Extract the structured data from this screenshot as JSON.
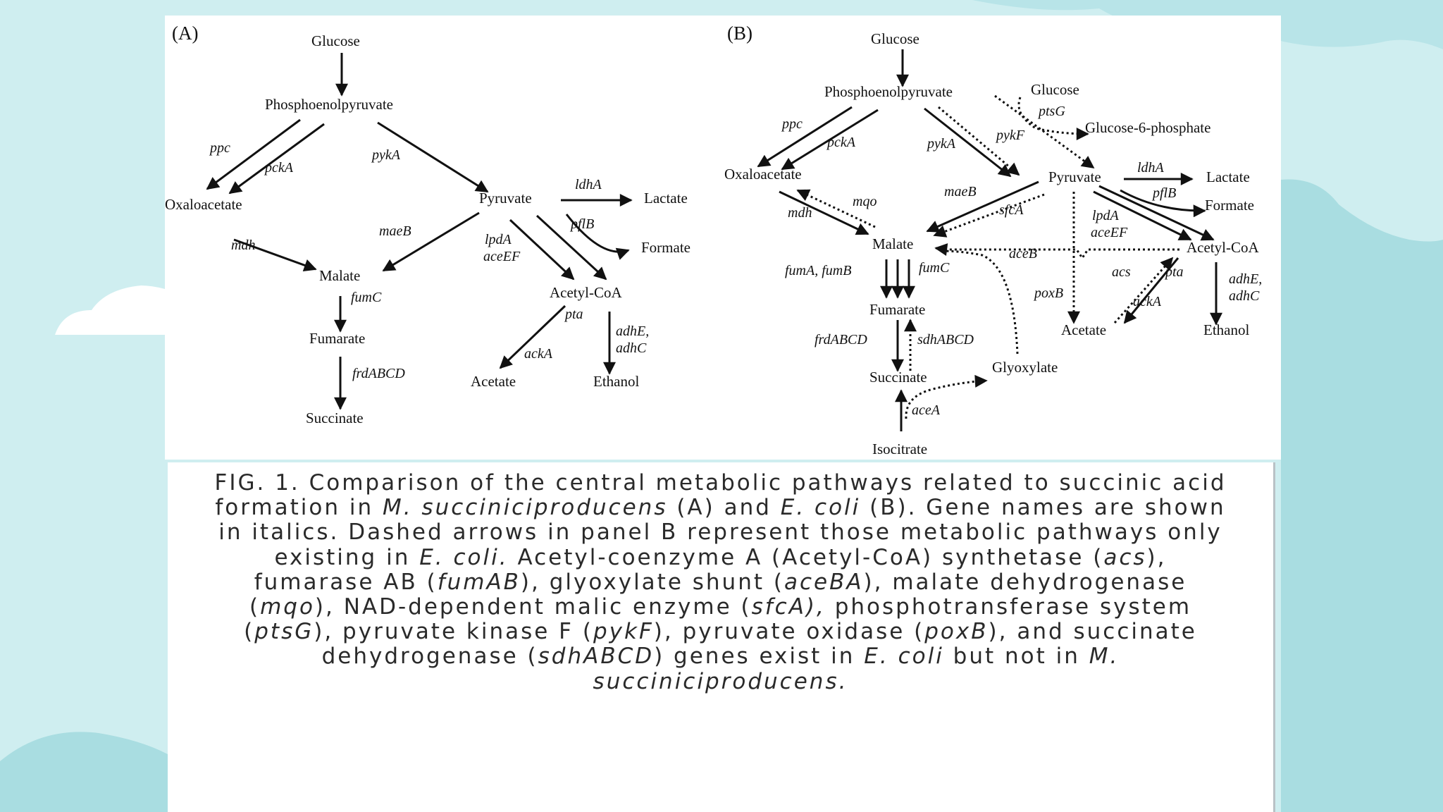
{
  "colors": {
    "background": "#cfeef0",
    "cloud": "#a9dde1",
    "panel": "#ffffff",
    "caption_text": "#2a2a2a",
    "ink": "#111111"
  },
  "panels": {
    "a": {
      "label": "(A)",
      "nodes": {
        "glucose": "Glucose",
        "pep": "Phosphoenolpyruvate",
        "oxaloacetate": "Oxaloacetate",
        "pyruvate": "Pyruvate",
        "lactate": "Lactate",
        "formate": "Formate",
        "malate": "Malate",
        "acetylcoa": "Acetyl-CoA",
        "fumarate": "Fumarate",
        "acetate": "Acetate",
        "ethanol": "Ethanol",
        "succinate": "Succinate"
      },
      "genes": {
        "ppc": "ppc",
        "pcka": "pckA",
        "pyka": "pykA",
        "ldha": "ldhA",
        "pflb": "pflB",
        "mdh": "mdh",
        "maeb": "maeB",
        "lpda": "lpdA",
        "aceef": "aceEF",
        "fumc": "fumC",
        "pta": "pta",
        "adhe": "adhE,",
        "adhc": "adhC",
        "acka": "ackA",
        "frdabcd": "frdABCD"
      }
    },
    "b": {
      "label": "(B)",
      "nodes": {
        "glucose": "Glucose",
        "pep": "Phosphoenolpyruvate",
        "glucose2": "Glucose",
        "g6p": "Glucose-6-phosphate",
        "oxaloacetate": "Oxaloacetate",
        "pyruvate": "Pyruvate",
        "lactate": "Lactate",
        "formate": "Formate",
        "malate": "Malate",
        "acetylcoa": "Acetyl-CoA",
        "fumarate": "Fumarate",
        "acetate": "Acetate",
        "ethanol": "Ethanol",
        "succinate": "Succinate",
        "glyoxylate": "Glyoxylate",
        "isocitrate": "Isocitrate"
      },
      "genes": {
        "ptsg": "ptsG",
        "ppc": "ppc",
        "pcka": "pckA",
        "pyka": "pykA",
        "pykf": "pykF",
        "ldha": "ldhA",
        "pflb": "pflB",
        "mqo": "mqo",
        "maeb": "maeB",
        "mdh": "mdh",
        "sfca": "sfcA",
        "lpda": "lpdA",
        "aceef": "aceEF",
        "aceb": "aceB",
        "fumab": "fumA, fumB",
        "fumc": "fumC",
        "acs": "acs",
        "pta": "pta",
        "poxb": "poxB",
        "adhe": "adhE,",
        "adhc": "adhC",
        "acka": "ackA",
        "frdabcd": "frdABCD",
        "sdhabcd": "sdhABCD",
        "acea": "aceA"
      }
    }
  },
  "caption": {
    "t1": "FIG. 1. Comparison of the central metabolic pathways related to succinic acid formation in ",
    "i1": "M. succiniciproducens",
    "t2": " (A) and ",
    "i2": "E. coli",
    "t3": " (B). Gene names are shown in italics. Dashed arrows in panel B represent those metabolic pathways only existing in ",
    "i3": "E. coli.",
    "t4": " Acetyl-coenzyme A (Acetyl-CoA) synthetase (",
    "i4": "acs",
    "t5": "), fumarase AB (",
    "i5": "fumAB",
    "t6": "), glyoxylate shunt (",
    "i6": "aceBA",
    "t7": "), malate dehydrogenase (",
    "i7": "mqo",
    "t8": "), NAD-dependent malic enzyme (",
    "i8": "sfcA),",
    "t9": " phosphotransferase system (",
    "i9": "ptsG",
    "t10": "), pyruvate kinase F (",
    "i10": "pykF",
    "t11": "), pyruvate oxidase (",
    "i11": "poxB",
    "t12": "), and succinate dehydrogenase (",
    "i12": "sdhABCD",
    "t13": ") genes exist in ",
    "i13": "E. coli",
    "t14": " but not in ",
    "i14": "M. succiniciproducens."
  }
}
